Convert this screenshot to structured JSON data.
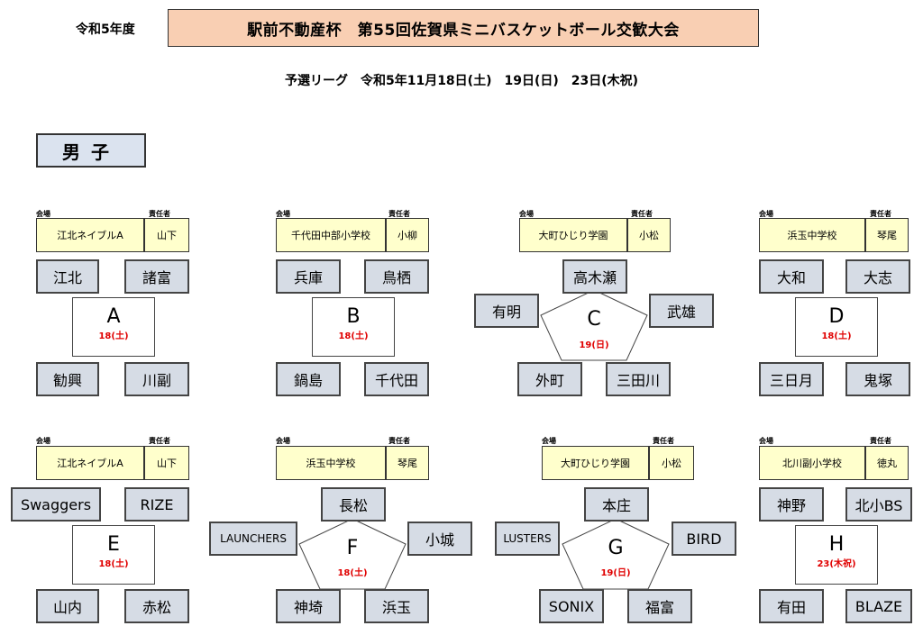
{
  "header": {
    "year": "令和5年度",
    "title": "駅前不動産杯　第55回佐賀県ミニバスケットボール交歓大会",
    "subtitle": "予選リーグ　令和5年11月18日(土)　19日(日)　23日(木祝)"
  },
  "section": "男子",
  "labels": {
    "venue": "会場",
    "person": "責任者"
  },
  "groups": {
    "A": {
      "letter": "A",
      "date": "18(土)",
      "venue": "江北ネイブルA",
      "person": "山下",
      "teams": [
        "江北",
        "諸富",
        "勧興",
        "川副"
      ]
    },
    "B": {
      "letter": "B",
      "date": "18(土)",
      "venue": "千代田中部小学校",
      "person": "小柳",
      "teams": [
        "兵庫",
        "鳥栖",
        "鍋島",
        "千代田"
      ]
    },
    "C": {
      "letter": "C",
      "date": "19(日)",
      "venue": "大町ひじり学園",
      "person": "小松",
      "teams": [
        "高木瀬",
        "有明",
        "武雄",
        "外町",
        "三田川"
      ]
    },
    "D": {
      "letter": "D",
      "date": "18(土)",
      "venue": "浜玉中学校",
      "person": "琴尾",
      "teams": [
        "大和",
        "大志",
        "三日月",
        "鬼塚"
      ]
    },
    "E": {
      "letter": "E",
      "date": "18(土)",
      "venue": "江北ネイブルA",
      "person": "山下",
      "teams": [
        "Swaggers",
        "RIZE",
        "山内",
        "赤松"
      ]
    },
    "F": {
      "letter": "F",
      "date": "18(土)",
      "venue": "浜玉中学校",
      "person": "琴尾",
      "teams": [
        "長松",
        "LAUNCHERS",
        "小城",
        "神埼",
        "浜玉"
      ]
    },
    "G": {
      "letter": "G",
      "date": "19(日)",
      "venue": "大町ひじり学園",
      "person": "小松",
      "teams": [
        "本庄",
        "LUSTERS",
        "BIRD",
        "SONIX",
        "福富"
      ]
    },
    "H": {
      "letter": "H",
      "date": "23(木祝)",
      "venue": "北川副小学校",
      "person": "徳丸",
      "teams": [
        "神野",
        "北小BS",
        "有田",
        "BLAZE"
      ]
    }
  },
  "colors": {
    "title_bg": "#f9cfb3",
    "venue_bg": "#ffffcc",
    "team_bg": "#d6dce5",
    "date_text": "#e00000"
  }
}
